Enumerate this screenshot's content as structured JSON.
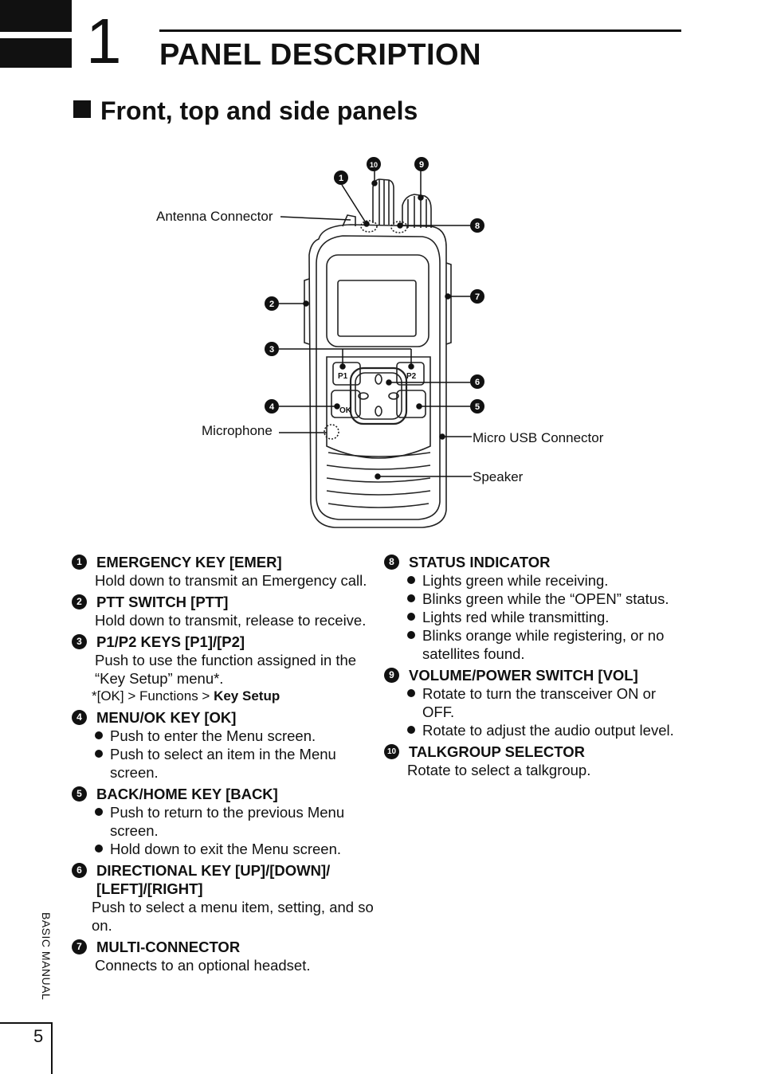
{
  "header": {
    "chapter_number": "1",
    "page_title": "PANEL DESCRIPTION",
    "section_title": "Front, top and side panels"
  },
  "figure": {
    "labels": {
      "antenna_connector": "Antenna Connector",
      "microphone": "Microphone",
      "micro_usb_connector": "Micro USB Connector",
      "speaker": "Speaker"
    },
    "key_labels": {
      "p1": "P1",
      "p2": "P2",
      "ok": "OK"
    },
    "callouts": [
      "1",
      "2",
      "3",
      "4",
      "5",
      "6",
      "7",
      "8",
      "9",
      "10"
    ]
  },
  "items_left": [
    {
      "num": "1",
      "title": "EMERGENCY KEY [EMER]",
      "desc": "Hold down to transmit an Emergency call."
    },
    {
      "num": "2",
      "title": "PTT SWITCH [PTT]",
      "desc": "Hold down to transmit, release to receive."
    },
    {
      "num": "3",
      "title": "P1/P2 KEYS [P1]/[P2]",
      "desc": "Push to use the function assigned in the “Key Setup” menu*.",
      "note_prefix": "*[OK] > Functions > ",
      "note_bold": "Key Setup"
    },
    {
      "num": "4",
      "title": "MENU/OK KEY [OK]",
      "bullets": [
        "Push to enter the Menu screen.",
        "Push to select an item in the Menu screen."
      ]
    },
    {
      "num": "5",
      "title": "BACK/HOME KEY [BACK]",
      "bullets": [
        "Push to return to the previous Menu screen.",
        "Hold down to exit the Menu screen."
      ]
    },
    {
      "num": "6",
      "title": "DIRECTIONAL KEY [UP]/[DOWN]/ [LEFT]/[RIGHT]",
      "desc": "Push to select a menu item, setting, and so on."
    },
    {
      "num": "7",
      "title": "MULTI-CONNECTOR",
      "desc": "Connects to an optional headset."
    }
  ],
  "items_right": [
    {
      "num": "8",
      "title": "STATUS INDICATOR",
      "bullets": [
        "Lights green while receiving.",
        "Blinks green while the “OPEN” status.",
        "Lights red while transmitting.",
        "Blinks orange while registering, or no satellites found."
      ]
    },
    {
      "num": "9",
      "title": "VOLUME/POWER SWITCH [VOL]",
      "bullets": [
        "Rotate to turn the transceiver ON or OFF.",
        "Rotate to adjust the audio output level."
      ]
    },
    {
      "num": "10",
      "title": "TALKGROUP SELECTOR",
      "desc": "Rotate to select a talkgroup."
    }
  ],
  "footer": {
    "side_text": "BASIC MANUAL",
    "page_number": "5"
  }
}
